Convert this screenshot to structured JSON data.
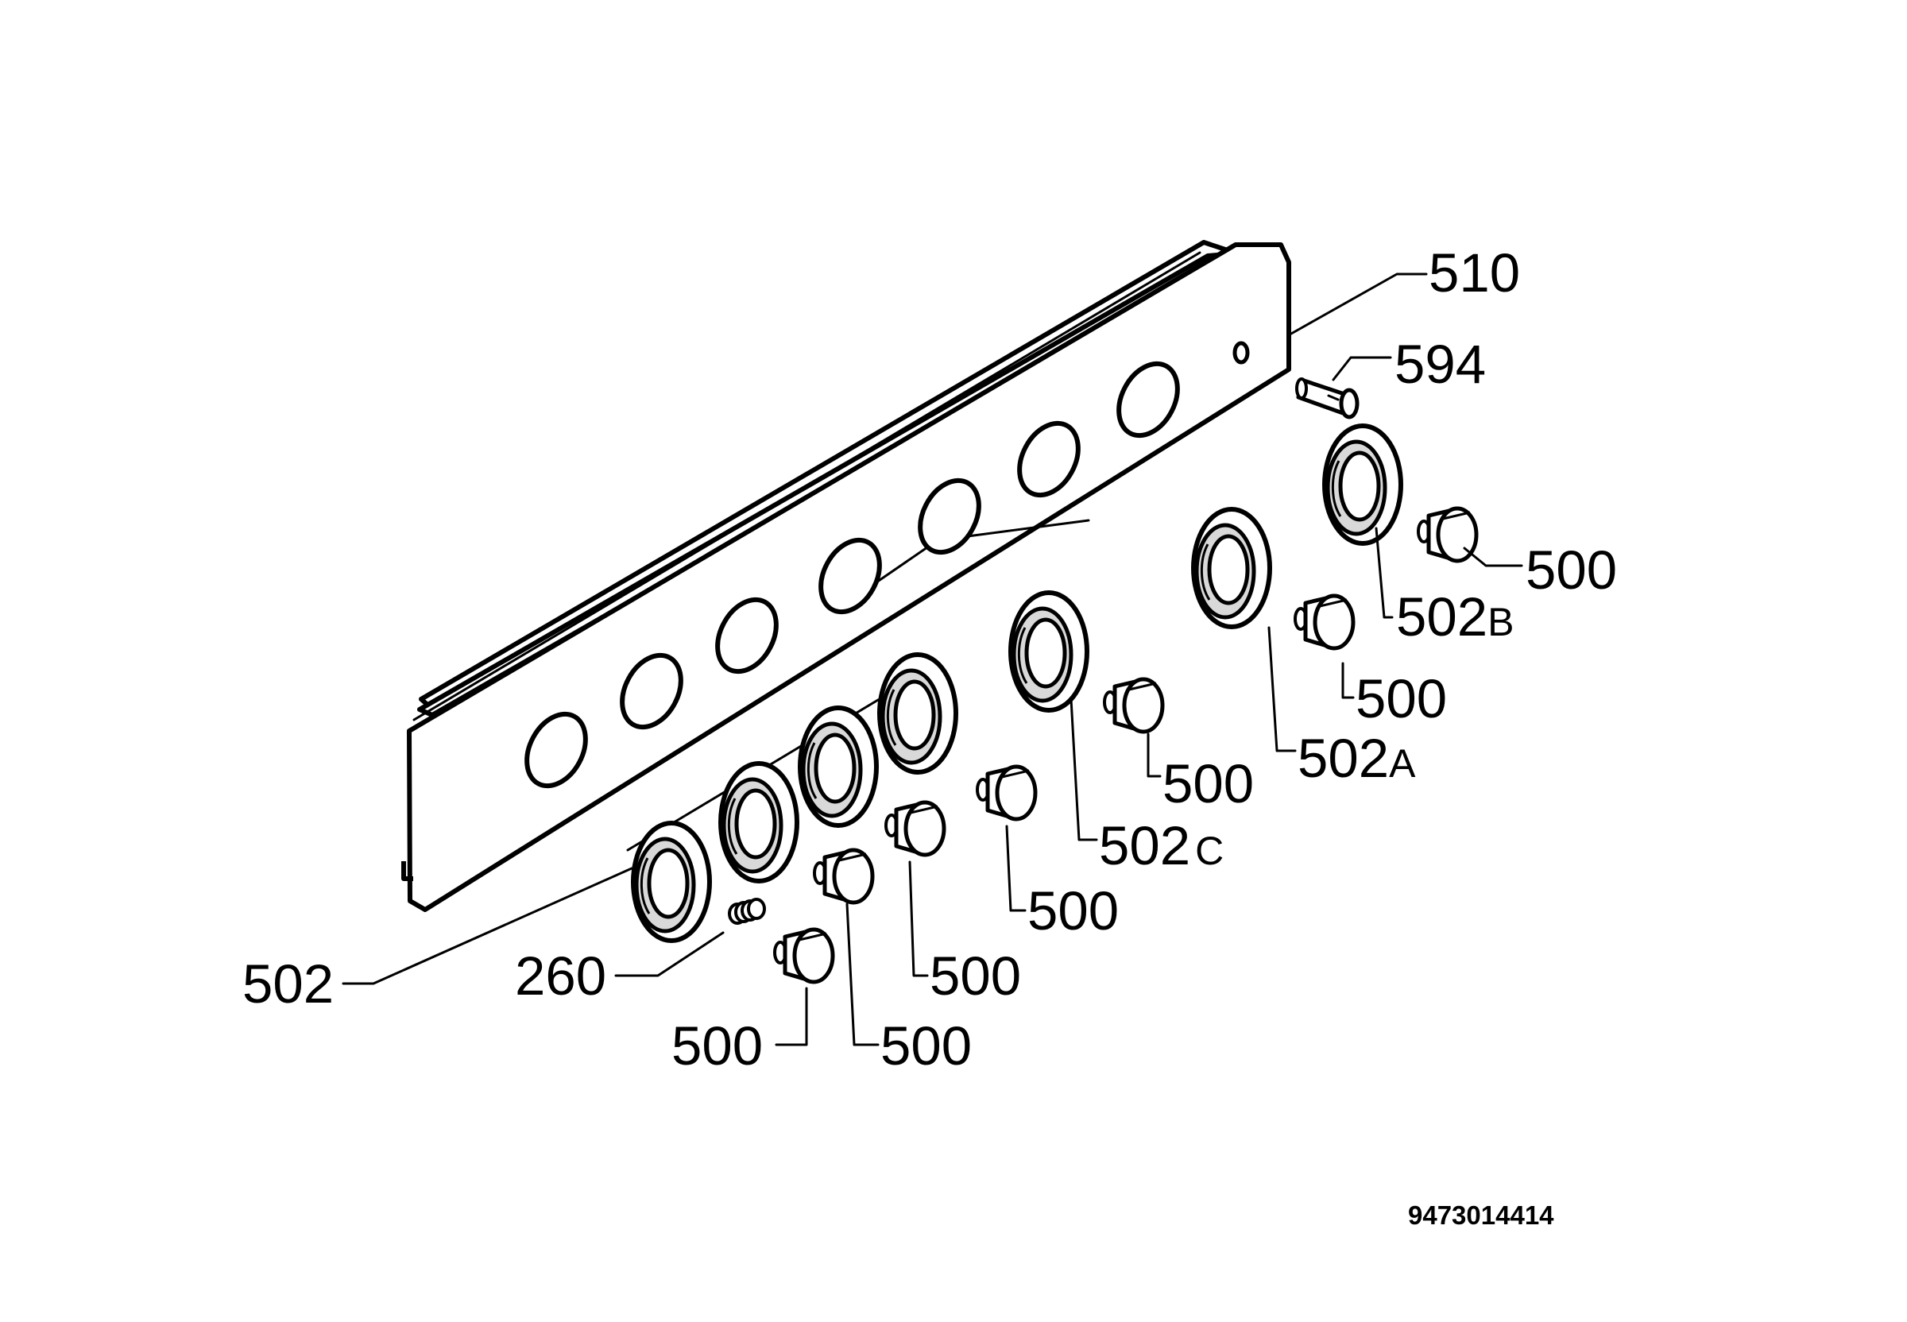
{
  "diagram": {
    "document_number": "9473014414",
    "colors": {
      "line": "#000000",
      "background": "#ffffff",
      "shade": "#d9d9d9"
    },
    "labels": {
      "panel": "510",
      "screw": "594",
      "spring": "260",
      "bezel_group": "502",
      "knob": "500",
      "bezel_a": {
        "num": "502",
        "suffix": "A"
      },
      "bezel_b": {
        "num": "502",
        "suffix": "B"
      },
      "bezel_c": {
        "num": "502",
        "suffix": "C"
      }
    }
  }
}
